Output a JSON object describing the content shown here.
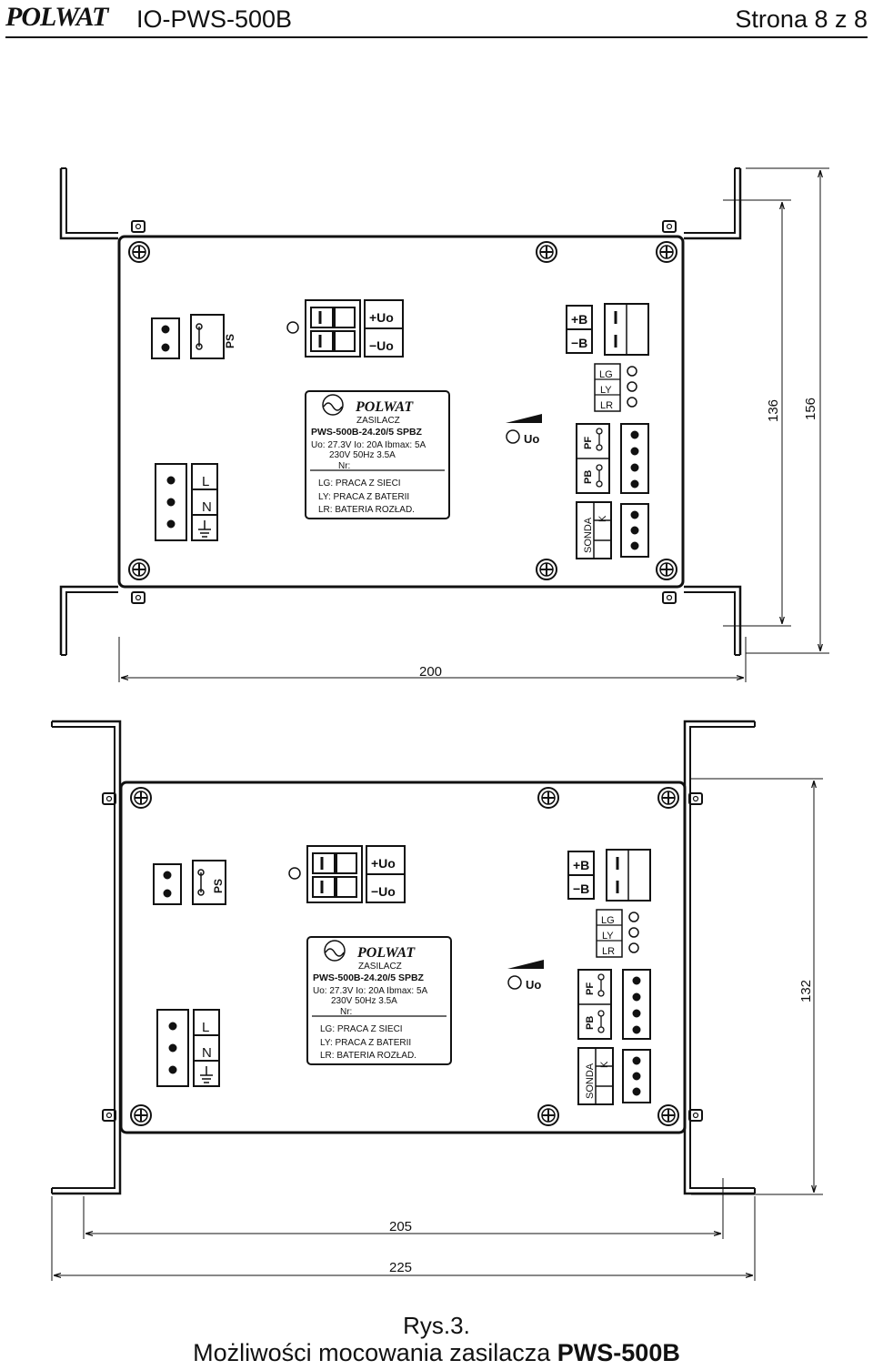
{
  "header": {
    "brand": "POLWAT",
    "doc_id": "IO-PWS-500B",
    "page": "Strona 8 z 8"
  },
  "label": {
    "brand": "POLWAT",
    "title": "ZASILACZ",
    "model": "PWS-500B-24.20/5 SPBZ",
    "spec1": "Uo: 27.3V   Io: 20A   Ibmax: 5A",
    "spec2": "230V   50Hz   3.5A",
    "nr": "Nr:",
    "lg": "LG: PRACA Z SIECI",
    "ly": "LY: PRACA Z BATERII",
    "lr": "LR: BATERIA ROZŁAD."
  },
  "terminals": {
    "ps": "PS",
    "l": "L",
    "n": "N",
    "uo_plus": "+Uo",
    "uo_minus": "−Uo",
    "b_plus": "+B",
    "b_minus": "−B",
    "led_lg": "LG",
    "led_ly": "LY",
    "led_lr": "LR",
    "pf": "PF",
    "pb": "PB",
    "sonda": "SONDA",
    "k": "K",
    "uo_pot": "Uo"
  },
  "dimensions": {
    "top_width": "200",
    "top_height_inner": "136",
    "top_height_outer": "156",
    "bottom_width_inner": "205",
    "bottom_width_outer": "225",
    "bottom_height": "132"
  },
  "caption": {
    "fig": "Rys.3.",
    "text": "Możliwości mocowania zasilacza ",
    "bold": "PWS-500B"
  }
}
